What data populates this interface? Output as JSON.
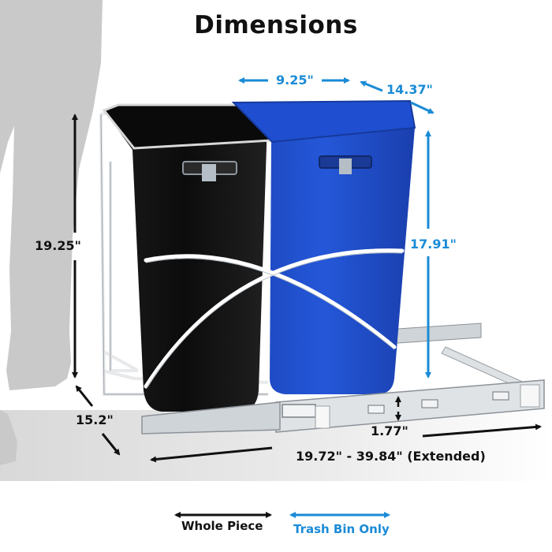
{
  "title": "Dimensions",
  "colors": {
    "whole_piece": "#111111",
    "trash_bin_only": "#1a8bd6",
    "black_bin": "#121212",
    "blue_bin": "#1f4fd0",
    "silhouette": "#c8c8c8",
    "rails": "#d9dde0"
  },
  "product": {
    "bins": [
      {
        "name": "black-trash-bin",
        "color": "black"
      },
      {
        "name": "blue-trash-bin",
        "color": "blue"
      }
    ]
  },
  "dimensions": {
    "overall_height": {
      "value": "19.25\"",
      "type": "whole_piece"
    },
    "overall_depth": {
      "value": "15.2\"",
      "type": "whole_piece"
    },
    "rail_height": {
      "value": "1.77\"",
      "type": "whole_piece"
    },
    "overall_length": {
      "value": "19.72\" - 39.84\" (Extended)",
      "type": "whole_piece"
    },
    "bin_width": {
      "value": "9.25\"",
      "type": "trash_bin_only"
    },
    "bin_depth": {
      "value": "14.37\"",
      "type": "trash_bin_only"
    },
    "bin_height": {
      "value": "17.91\"",
      "type": "trash_bin_only"
    }
  },
  "legend": [
    {
      "label": "Whole Piece",
      "color": "#111111"
    },
    {
      "label": "Trash Bin Only",
      "color": "#1a8bd6"
    }
  ]
}
